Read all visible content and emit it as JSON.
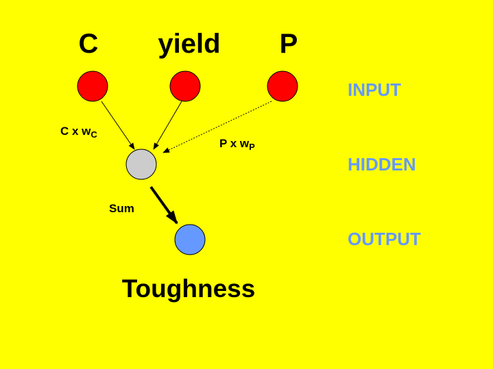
{
  "inputs": {
    "c": "C",
    "yield": "yield",
    "p": "P"
  },
  "output_name": "Toughness",
  "layers": {
    "input": "INPUT",
    "hidden": "HIDDEN",
    "output": "OUTPUT"
  },
  "edges": {
    "c_label": "C x w",
    "c_sub": "C",
    "p_label": "P x w",
    "p_sub": "P",
    "sum": "Sum"
  },
  "colors": {
    "background": "#ffff00",
    "input_node": "#ff0000",
    "hidden_node": "#cccccc",
    "output_node": "#6699ff",
    "layer_label": "#6699ff"
  }
}
